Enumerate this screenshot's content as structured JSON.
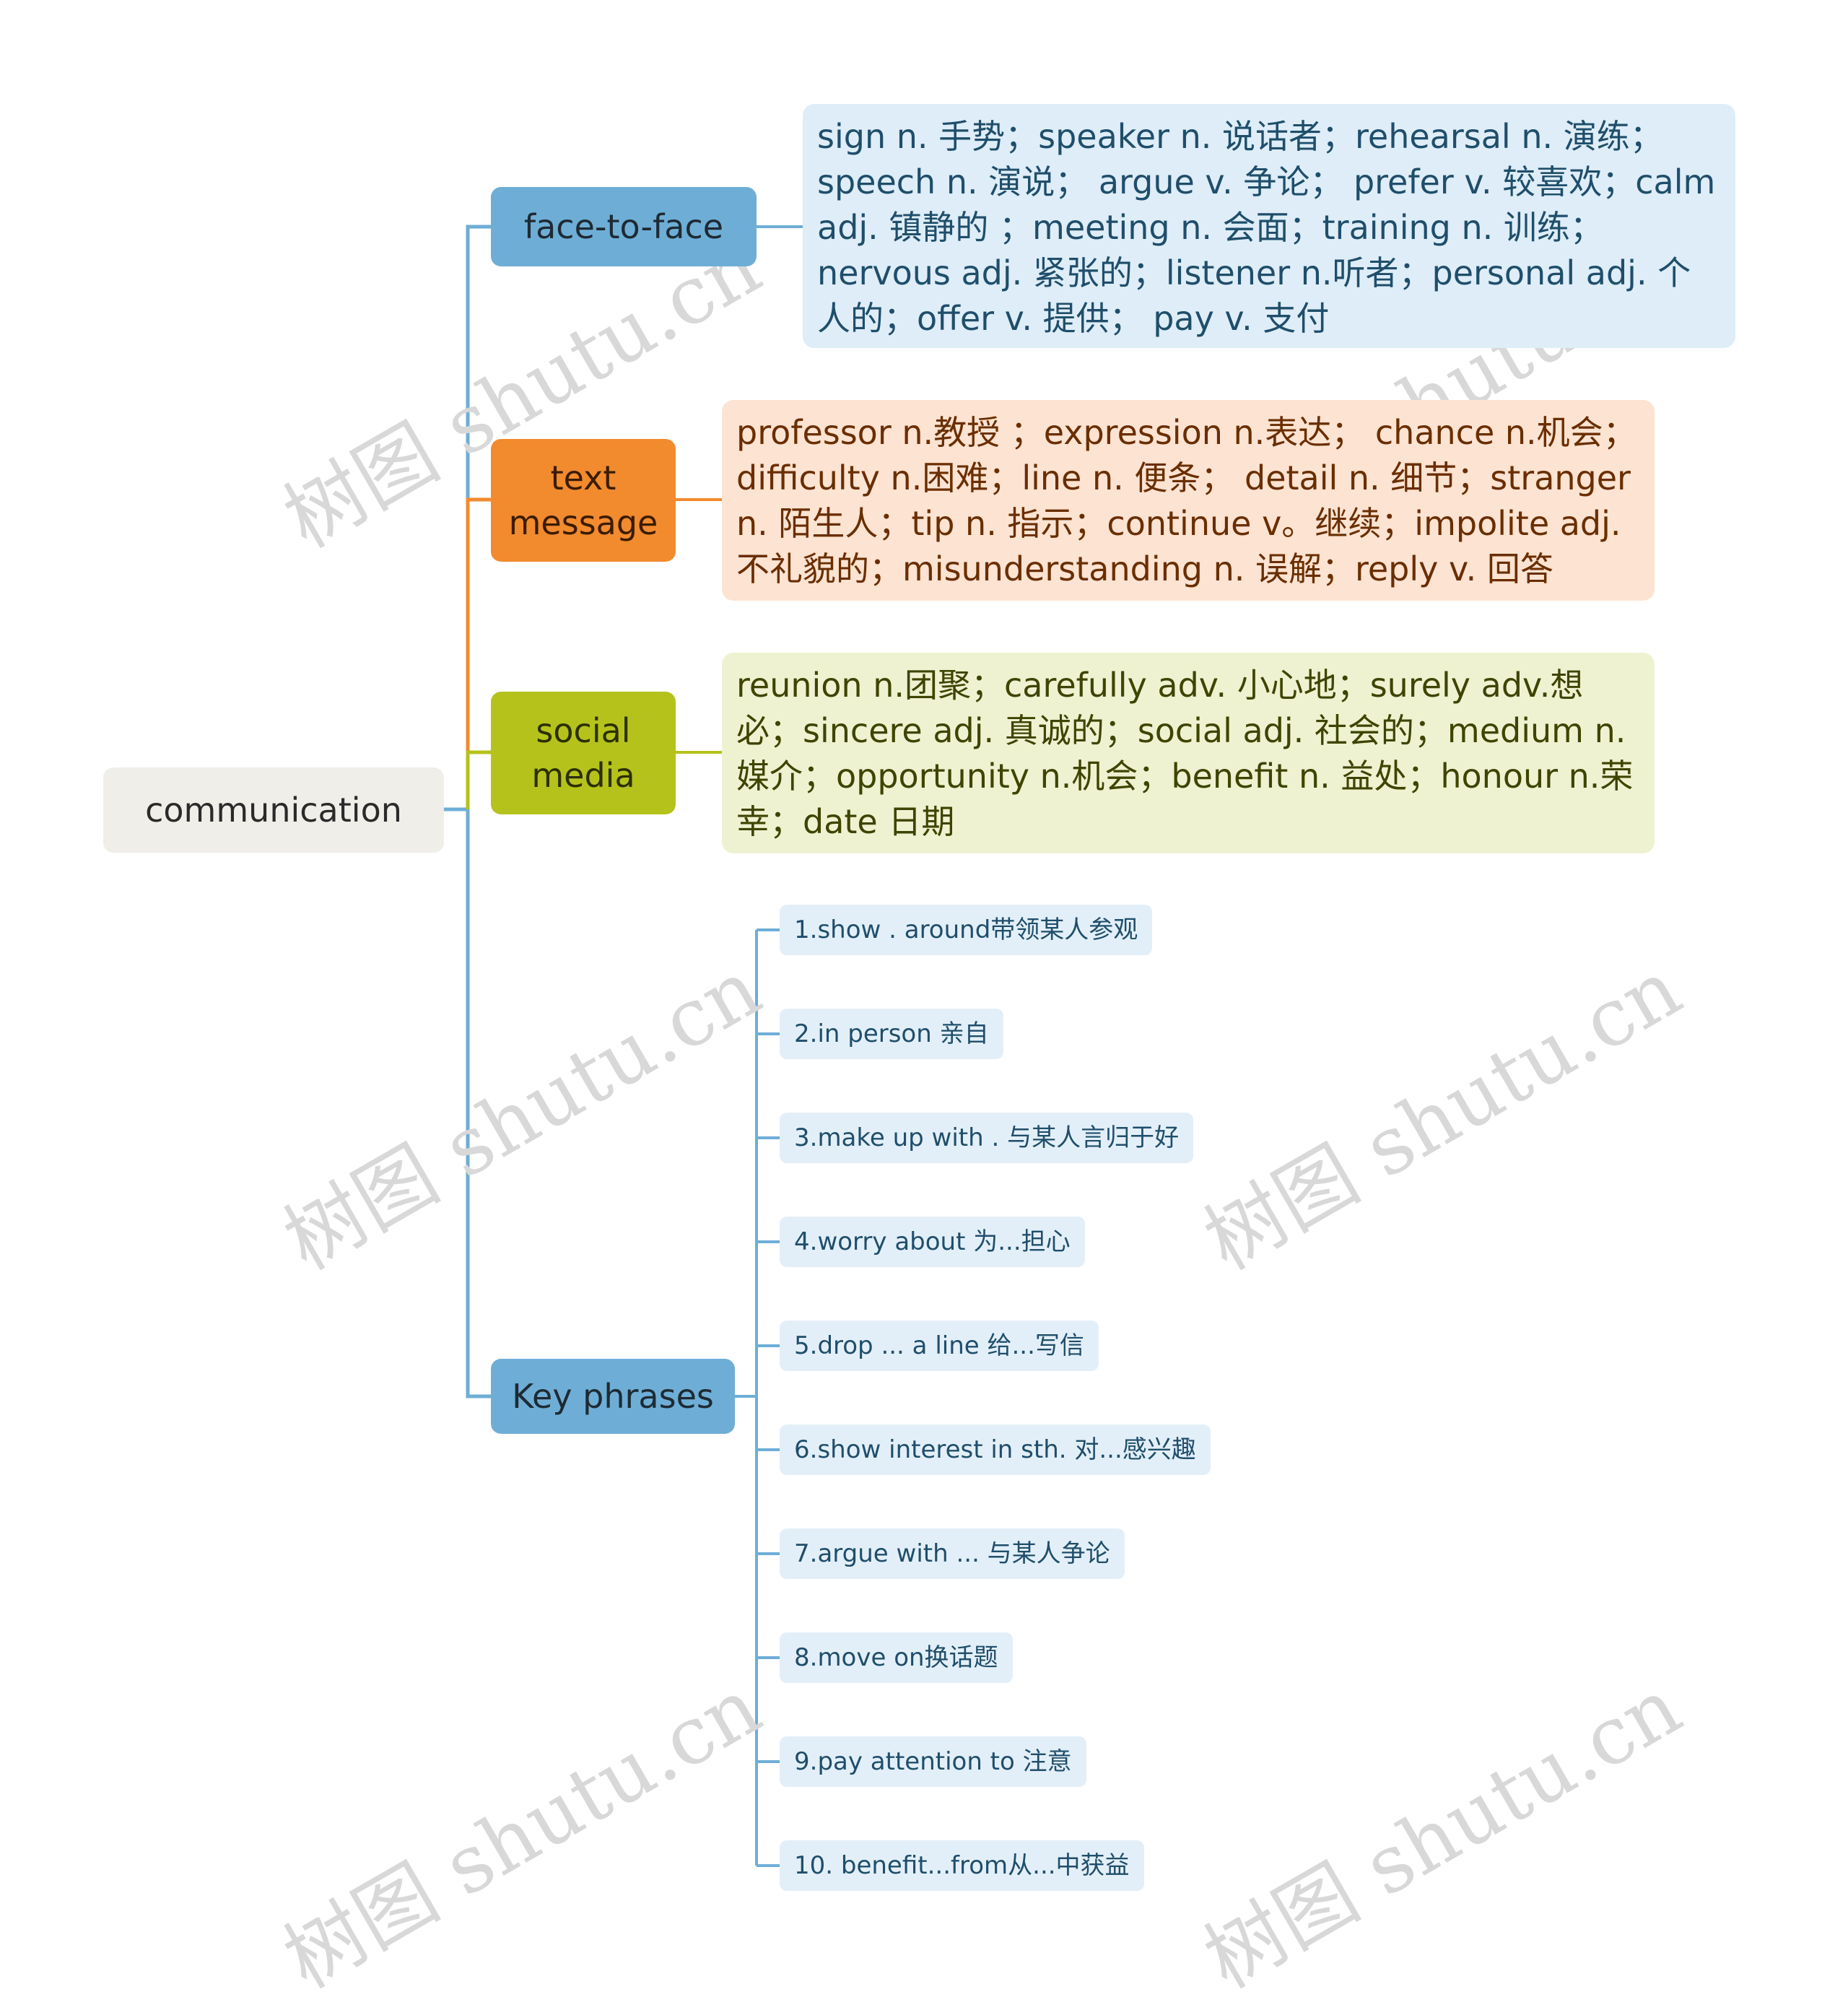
{
  "colors": {
    "blue": "#6eaed6",
    "orange": "#f28a2e",
    "green": "#b5c21c",
    "root_bg": "#efeee8"
  },
  "root": {
    "label": "communication"
  },
  "branches": [
    {
      "label": "face-to-face",
      "color": "blue",
      "detail": "sign n. 手势；speaker n. 说话者；rehearsal n. 演练；speech n. 演说；   argue v. 争论；   prefer v. 较喜欢；calm adj. 镇静的 ；meeting n. 会面；training n. 训练；nervous adj. 紧张的；listener n.听者；personal adj. 个人的；offer v. 提供；   pay v. 支付"
    },
    {
      "label": "text\nmessage",
      "color": "orange",
      "detail": "professor n.教授 ；expression n.表达；  chance n.机会；difficulty n.困难；line n. 便条；  detail n. 细节；stranger n. 陌生人；tip n. 指示；continue v。继续；impolite adj. 不礼貌的；misunderstanding n. 误解；reply v. 回答"
    },
    {
      "label": "social\nmedia",
      "color": "green",
      "detail": "reunion n.团聚；carefully adv. 小心地；surely adv.想必；sincere adj. 真诚的；social adj. 社会的；medium n.媒介；opportunity n.机会；benefit n. 益处；honour n.荣幸；date 日期"
    },
    {
      "label": "Key phrases",
      "color": "blue",
      "phrases": [
        "1.show . around带领某人参观",
        "2.in person 亲自",
        "3.make up with . 与某人言归于好",
        "4.worry about 为...担心",
        "5.drop ... a line 给...写信",
        "6.show  interest in sth. 对...感兴趣",
        "7.argue with ... 与某人争论",
        "8.move on换话题",
        "9.pay attention to 注意",
        "10. benefit...from从...中获益"
      ]
    }
  ],
  "watermark": "树图 shutu.cn"
}
